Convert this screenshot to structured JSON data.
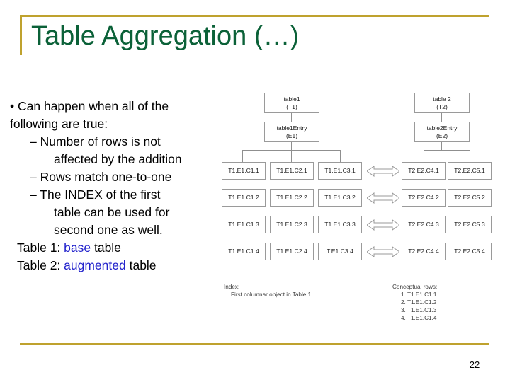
{
  "slide": {
    "title": "Table Aggregation (…)",
    "page_number": "22",
    "accent_gold": "#bfa22e",
    "title_green": "#0b6138",
    "highlight_blue": "#2222cc"
  },
  "body": {
    "bullet1_line1": "• Can happen when all of the",
    "bullet1_line2": "following are true:",
    "sub1_line1": "– Number of rows is not",
    "sub1_line2": "affected by the addition",
    "sub2": "– Rows match one-to-one",
    "sub3_line1": "– The INDEX of the first",
    "sub3_line2": "table can be used for",
    "sub3_line3": "second one as well.",
    "table1_prefix": "Table 1: ",
    "table1_highlight": "base",
    "table1_suffix": " table",
    "table2_prefix": "Table 2: ",
    "table2_highlight": "augmented",
    "table2_suffix": " table"
  },
  "diagram": {
    "headers": {
      "t1_name": "table1",
      "t1_alias": "(T1)",
      "e1_name": "table1Entry",
      "e1_alias": "(E1)",
      "t2_name": "table 2",
      "t2_alias": "(T2)",
      "e2_name": "table2Entry",
      "e2_alias": "(E2)"
    },
    "left_rows": [
      [
        "T1.E1.C1.1",
        "T1.E1.C2.1",
        "T1.E1.C3.1"
      ],
      [
        "T1.E1.C1.2",
        "T1.E1.C2.2",
        "T1.E1.C3.2"
      ],
      [
        "T1.E1.C1.3",
        "T1.E1.C2.3",
        "T1.E1.C3.3"
      ],
      [
        "T1.E1.C1.4",
        "T1.E1.C2.4",
        "T.E1.C3.4"
      ]
    ],
    "right_rows": [
      [
        "T2.E2.C4.1",
        "T2.E2.C5.1"
      ],
      [
        "T2.E2.C4.2",
        "T2.E2.C5.2"
      ],
      [
        "T2.E2.C4.3",
        "T2.E2.C5.3"
      ],
      [
        "T2.E2.C4.4",
        "T2.E2.C5.4"
      ]
    ],
    "index_caption": {
      "heading": "Index:",
      "detail": "First columnar object in Table 1"
    },
    "conceptual_caption": {
      "heading": "Conceptual rows:",
      "items": [
        "1. T1.E1.C1.1",
        "2. T1.E1.C1.2",
        "3. T1.E1.C1.3",
        "4. T1.E1.C1.4"
      ]
    }
  }
}
